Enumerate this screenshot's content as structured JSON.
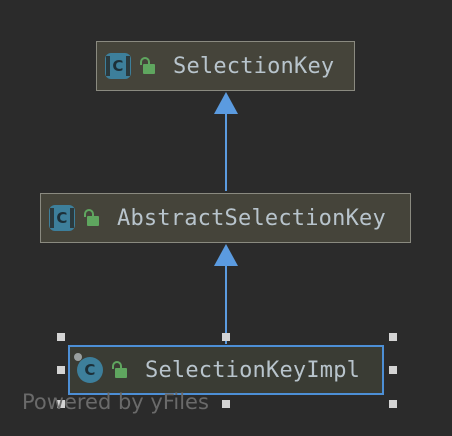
{
  "diagram": {
    "nodes": [
      {
        "id": "selection-key",
        "label": "SelectionKey",
        "icon": "abstract-class-icon",
        "access": "public"
      },
      {
        "id": "abstract-selection-key",
        "label": "AbstractSelectionKey",
        "icon": "abstract-class-icon",
        "access": "public"
      },
      {
        "id": "selection-key-impl",
        "label": "SelectionKeyImpl",
        "icon": "class-icon",
        "access": "public",
        "selected": true
      }
    ],
    "edges": [
      {
        "from": "abstract-selection-key",
        "to": "selection-key",
        "type": "extends"
      },
      {
        "from": "selection-key-impl",
        "to": "abstract-selection-key",
        "type": "extends"
      }
    ],
    "icon_glyph": "C",
    "watermark": "Powered by yFiles"
  },
  "colors": {
    "background": "#2b2b2b",
    "node_fill": "#45443a",
    "node_border": "#8a8a80",
    "selected_border": "#4d8fd6",
    "edge": "#5b9be0",
    "label": "#b8c4cc",
    "class_icon": "#3d7f9b",
    "lock_icon": "#5fa65f",
    "watermark": "#6a6a6a"
  }
}
